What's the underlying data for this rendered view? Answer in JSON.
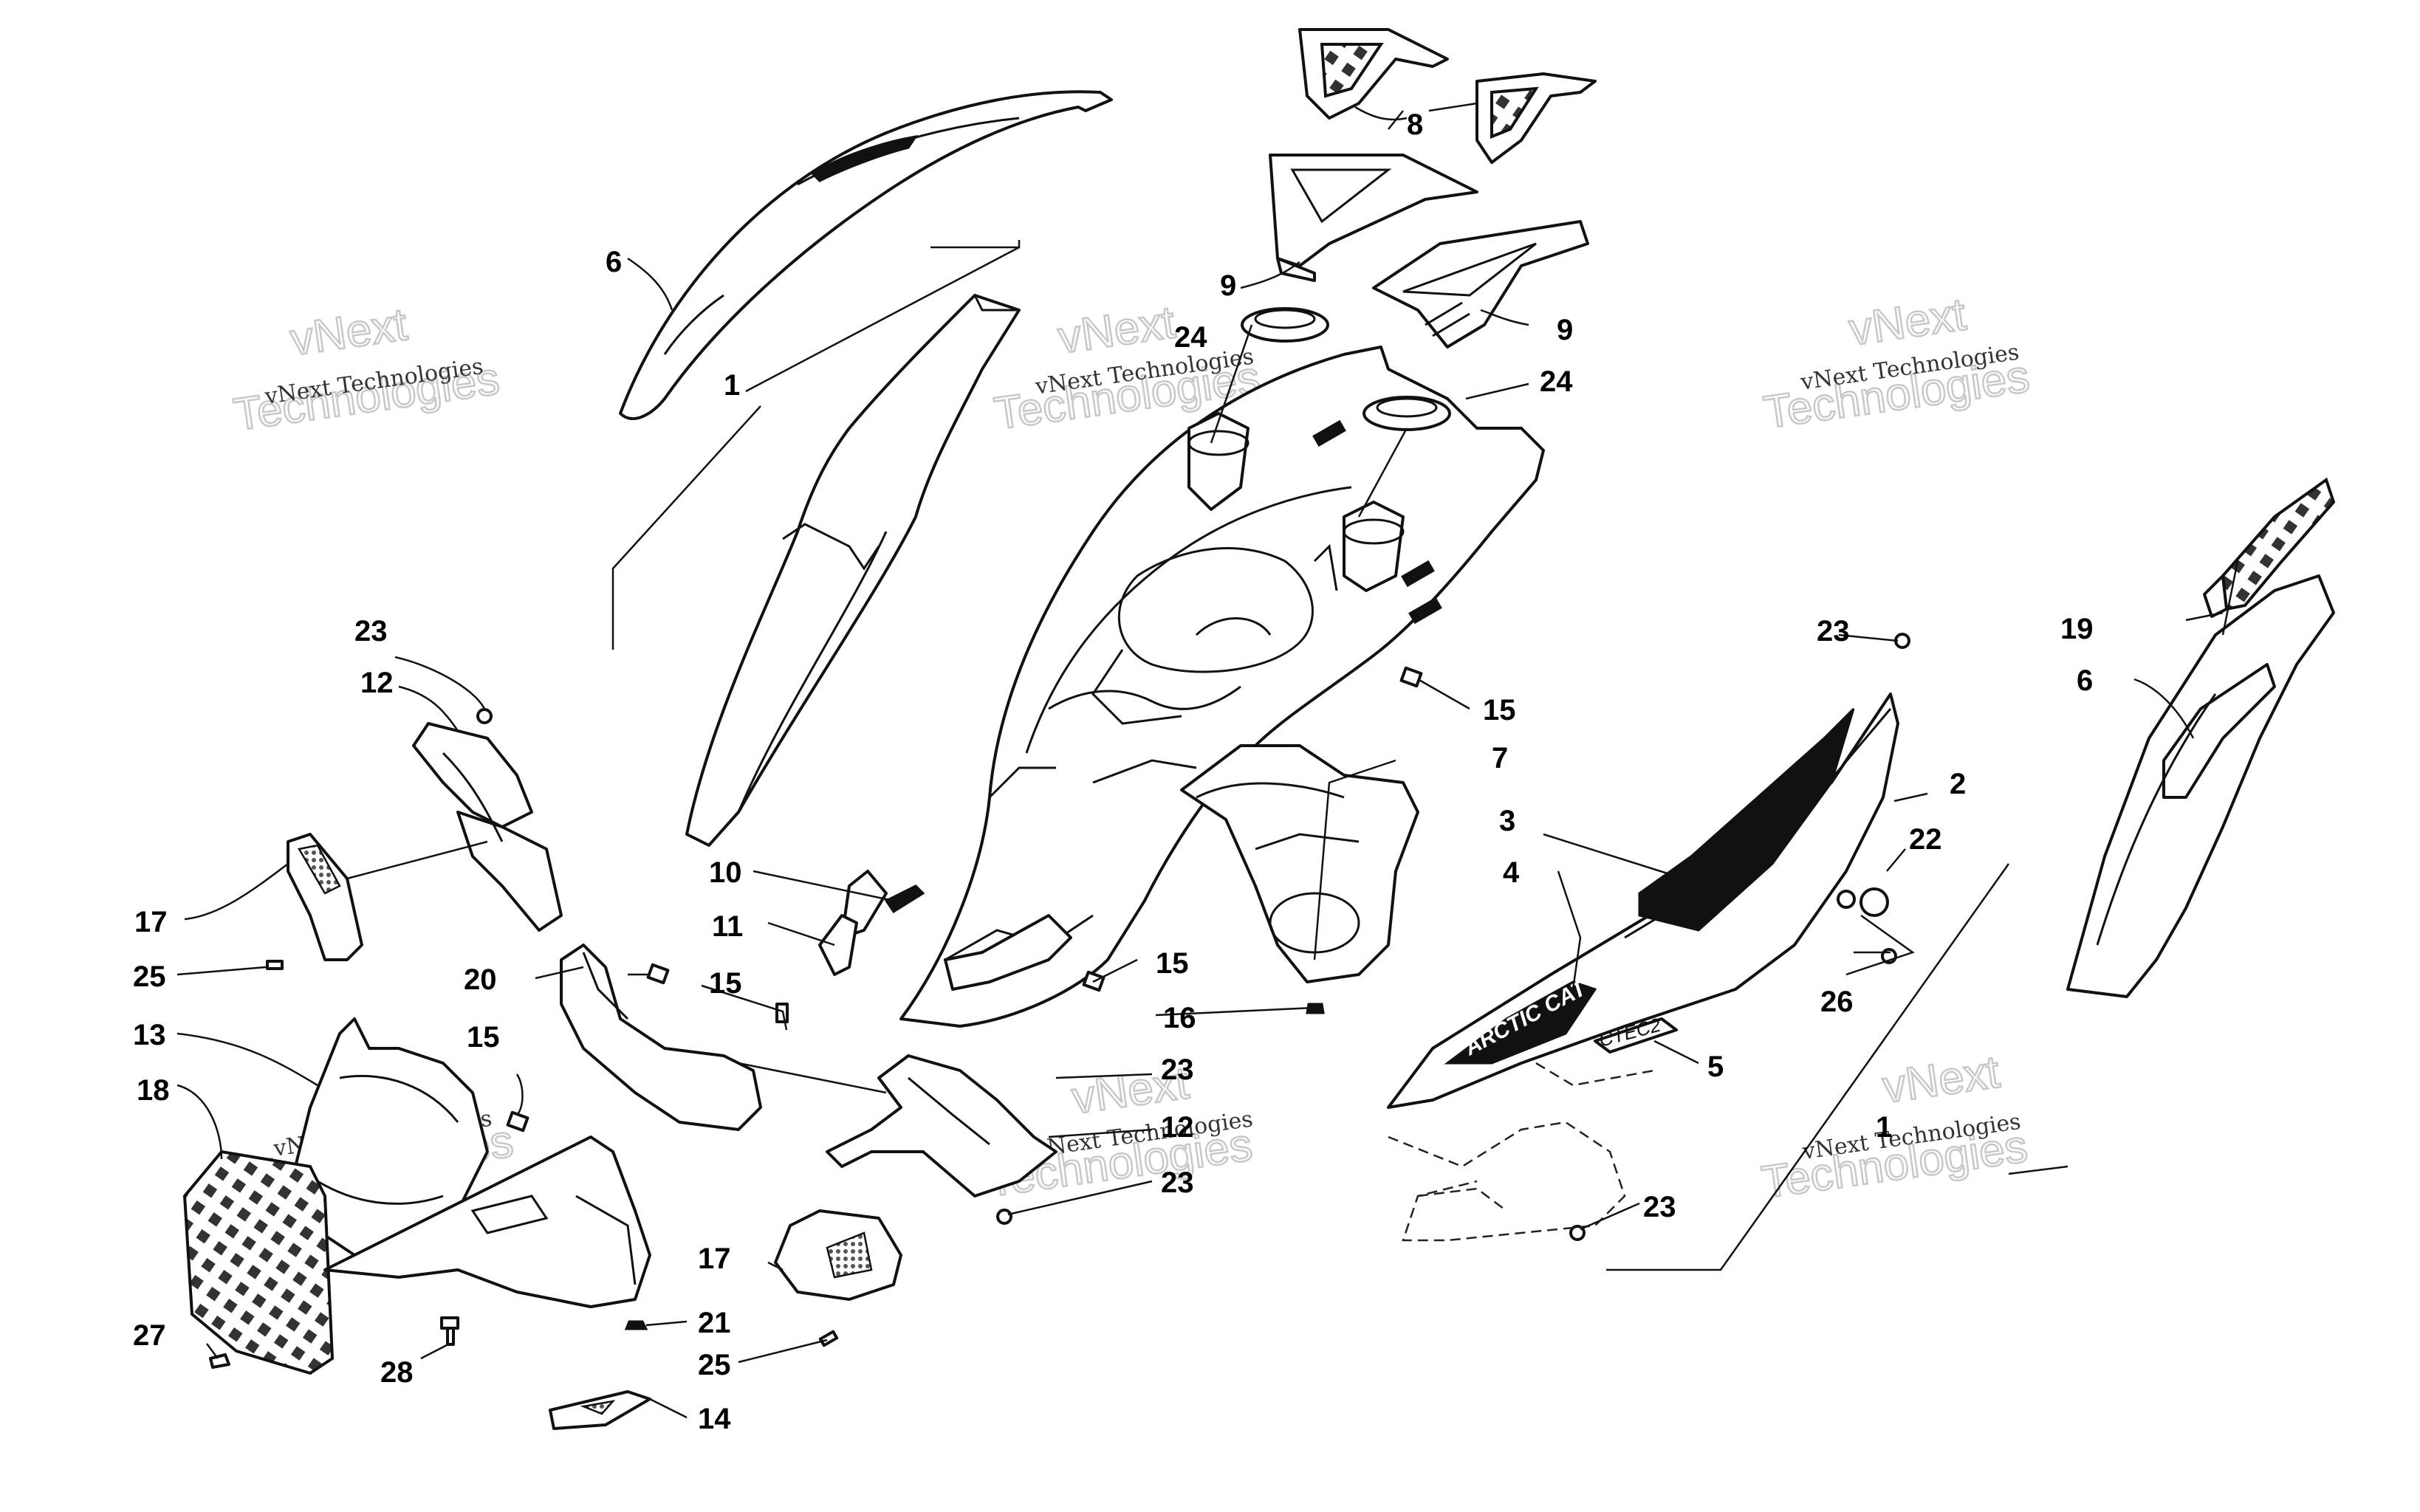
{
  "callouts": {
    "c1a": "1",
    "c1b": "1",
    "c2": "2",
    "c3": "3",
    "c4": "4",
    "c5": "5",
    "c6a": "6",
    "c6b": "6",
    "c7": "7",
    "c8": "8",
    "c9a": "9",
    "c9b": "9",
    "c10": "10",
    "c11": "11",
    "c12a": "12",
    "c12b": "12",
    "c13": "13",
    "c14": "14",
    "c15a": "15",
    "c15b": "15",
    "c15c": "15",
    "c15d": "15",
    "c16": "16",
    "c17a": "17",
    "c17b": "17",
    "c18": "18",
    "c19": "19",
    "c20": "20",
    "c21": "21",
    "c22": "22",
    "c23a": "23",
    "c23b": "23",
    "c23c": "23",
    "c23d": "23",
    "c23e": "23",
    "c24a": "24",
    "c24b": "24",
    "c25a": "25",
    "c25b": "25",
    "c26": "26",
    "c27": "27",
    "c28": "28"
  },
  "watermark": {
    "company": "vNext Technologies",
    "line1": "vNext",
    "line2": "Technologies"
  },
  "decal": {
    "brand": "ARCTIC CAT",
    "model": "CTEC2"
  }
}
